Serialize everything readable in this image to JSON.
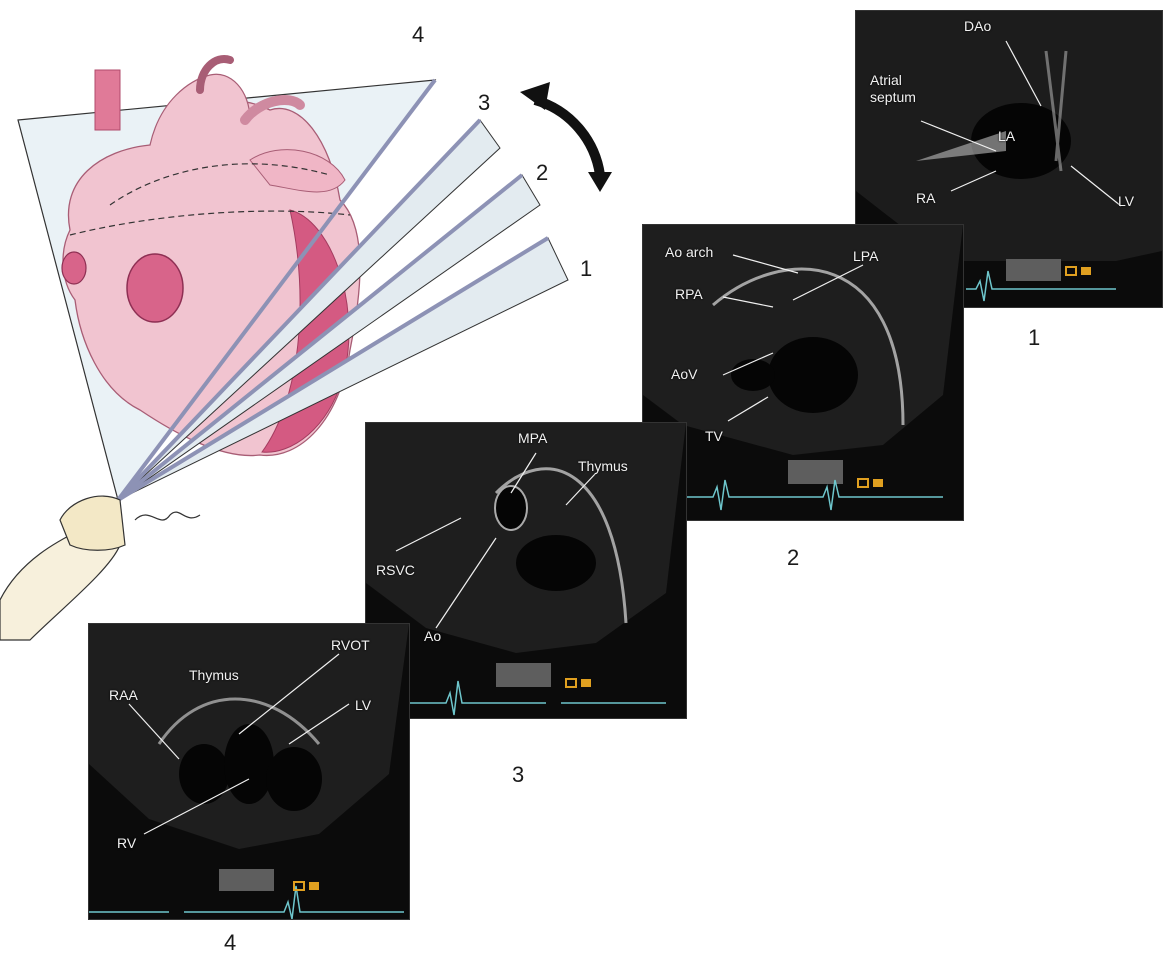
{
  "views": [
    {
      "number": "1",
      "labels": {
        "dao": "DAo",
        "atrial_septum_1": "Atrial",
        "atrial_septum_2": "septum",
        "la": "LA",
        "ra": "RA",
        "lv": "LV"
      }
    },
    {
      "number": "2",
      "labels": {
        "ao_arch": "Ao arch",
        "lpa": "LPA",
        "rpa": "RPA",
        "aov": "AoV",
        "tv": "TV"
      }
    },
    {
      "number": "3",
      "labels": {
        "mpa": "MPA",
        "thymus": "Thymus",
        "rsvc": "RSVC",
        "ao": "Ao"
      }
    },
    {
      "number": "4",
      "labels": {
        "thymus": "Thymus",
        "rvot": "RVOT",
        "raa": "RAA",
        "lv": "LV",
        "rv": "RV"
      }
    }
  ],
  "plane_numbers": [
    "4",
    "3",
    "2",
    "1"
  ],
  "colors": {
    "heart": "#f1c4d0",
    "heart_dark": "#c8577a",
    "plane": "#e8f0f4",
    "plane_edge": "#8d92b5",
    "ecg": "#6ec6cc",
    "marker": "#e0a020",
    "echo_bg": "#0b0b0b"
  },
  "icons": {
    "rotation_arrow": "curved-double-arrow-icon",
    "probe": "ultrasound-probe-icon",
    "heart": "heart-illustration-icon"
  }
}
